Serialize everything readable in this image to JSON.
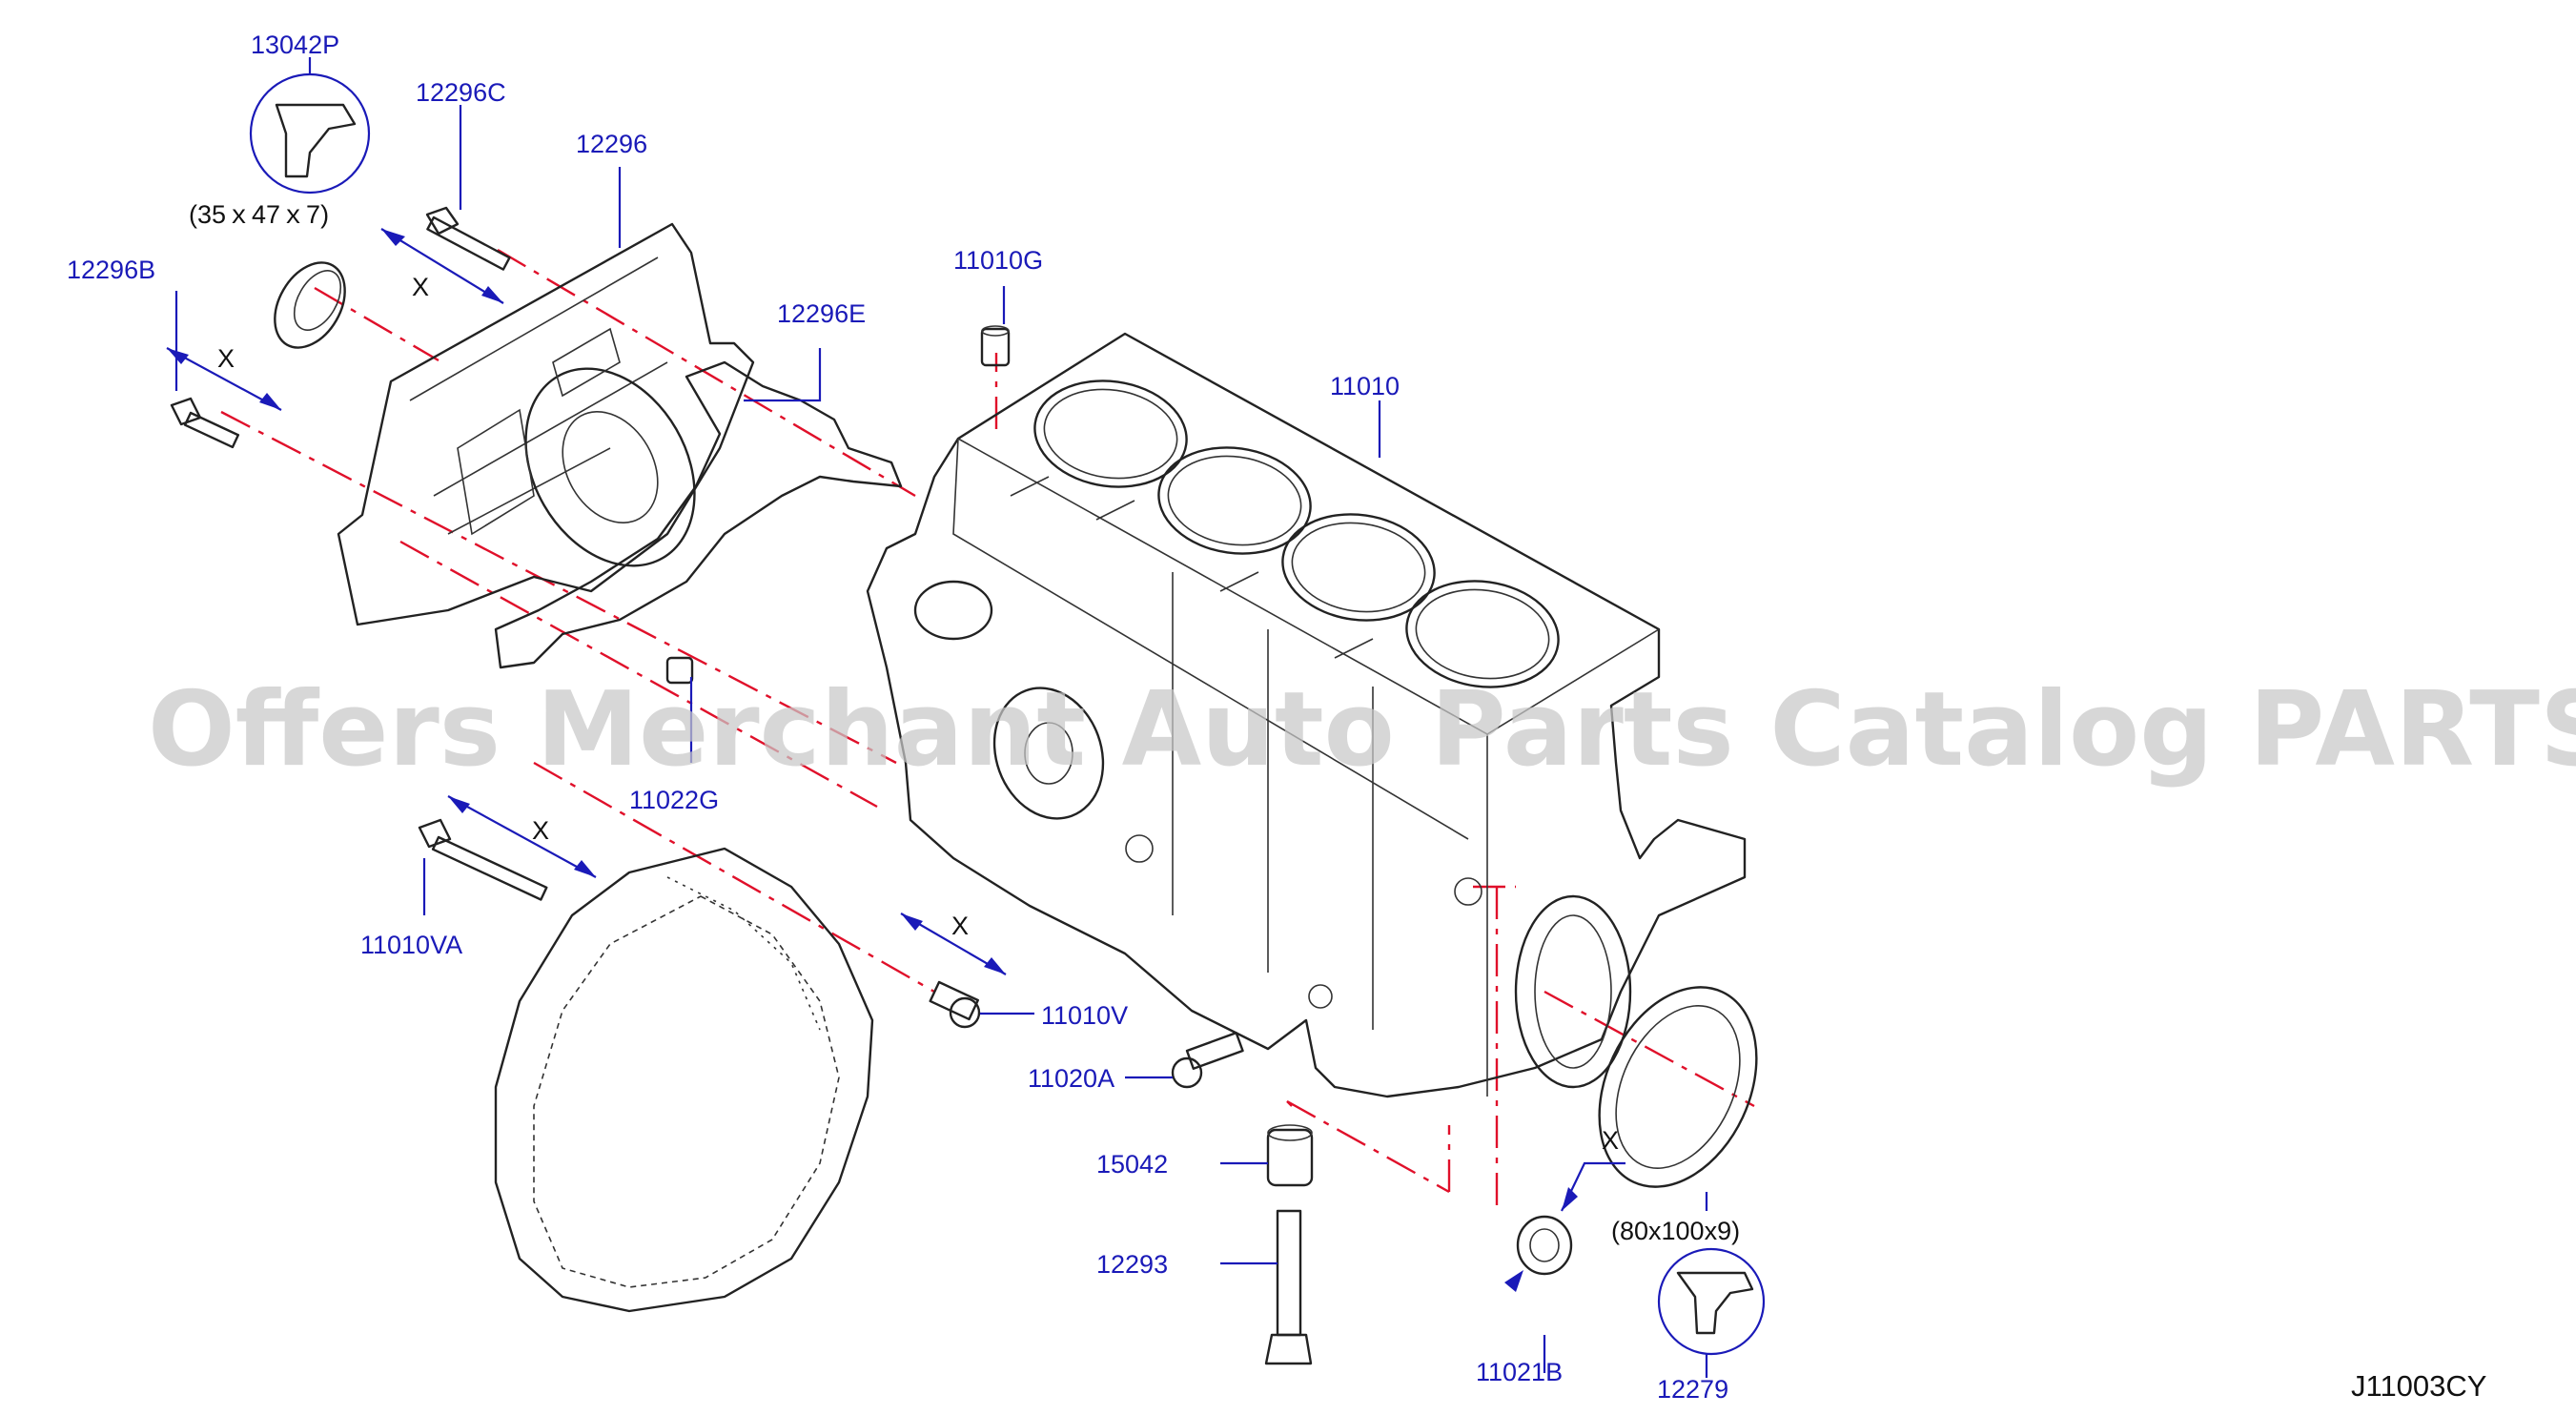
{
  "diagram": {
    "labels": {
      "p13042P": "13042P",
      "p12296C": "12296C",
      "p12296": "12296",
      "p12296B": "12296B",
      "p11010G": "11010G",
      "p12296E": "12296E",
      "p11010": "11010",
      "p11022G": "11022G",
      "p11010VA": "11010VA",
      "p11010V": "11010V",
      "p11020A": "11020A",
      "p15042": "15042",
      "p12293": "12293",
      "p11021B": "11021B",
      "p12279": "12279"
    },
    "notes": {
      "seal_front_size": "(35ｘ47ｘ7)",
      "seal_rear_size": "(80x100x9)"
    },
    "dimension_marks": {
      "x1": "X",
      "x2": "X",
      "x3": "X",
      "x4": "X",
      "x5": "X"
    },
    "watermark": "Offers Merchant Auto Parts Catalog PARTSTORE.SA",
    "illustration_code": "J11003CY"
  }
}
